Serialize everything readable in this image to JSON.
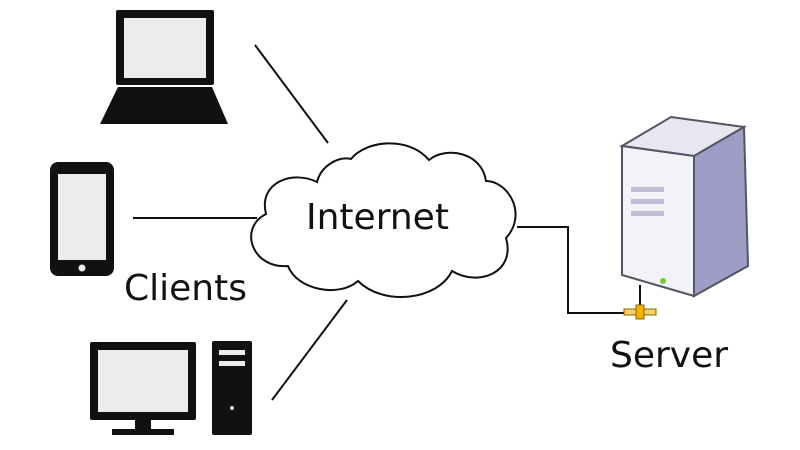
{
  "diagram": {
    "cloud_label": "Internet",
    "clients_label": "Clients",
    "server_label": "Server"
  },
  "colors": {
    "stroke": "#111111",
    "device_fill": "#111111",
    "screen_fill": "#ececec",
    "server_body": "#d9d9e8",
    "server_side": "#8f8fbb",
    "server_face": "#f2f2f8",
    "connector_orange": "#f0b400",
    "server_led": "#7cc63a"
  },
  "icons": [
    "laptop-icon",
    "phone-icon",
    "desktop-computer-icon",
    "server-icon",
    "cloud-icon",
    "network-connector-icon"
  ]
}
